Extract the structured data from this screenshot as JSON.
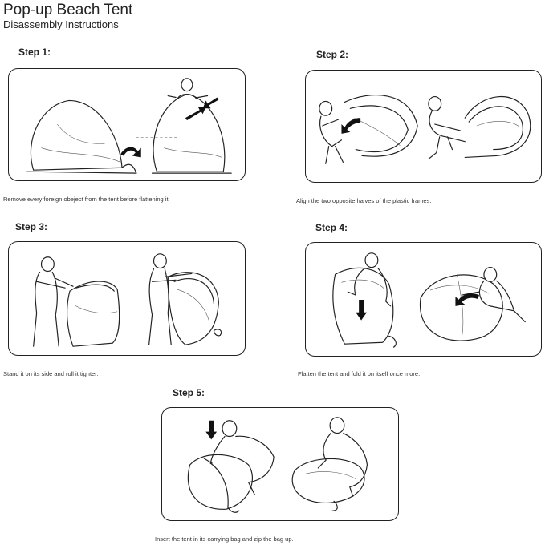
{
  "header": {
    "title": "Pop-up Beach Tent",
    "subtitle": "Disassembly Instructions"
  },
  "steps": [
    {
      "label": "Step 1:",
      "caption": "Remove every foreign obeject from the tent before flattening it."
    },
    {
      "label": "Step 2:",
      "caption": "Align the two opposite halves of the plastic frames."
    },
    {
      "label": "Step 3:",
      "caption": "Stand it on its side and roll it tighter."
    },
    {
      "label": "Step 4:",
      "caption": "Flatten the tent and fold it on itself once more."
    },
    {
      "label": "Step 5:",
      "caption": "Insert the tent in its carrying bag and zip the bag up."
    }
  ],
  "icons": [
    "tent-icon",
    "person-icon",
    "arrow-icon",
    "bag-icon"
  ],
  "colors": {
    "line": "#222222",
    "background": "#ffffff"
  }
}
